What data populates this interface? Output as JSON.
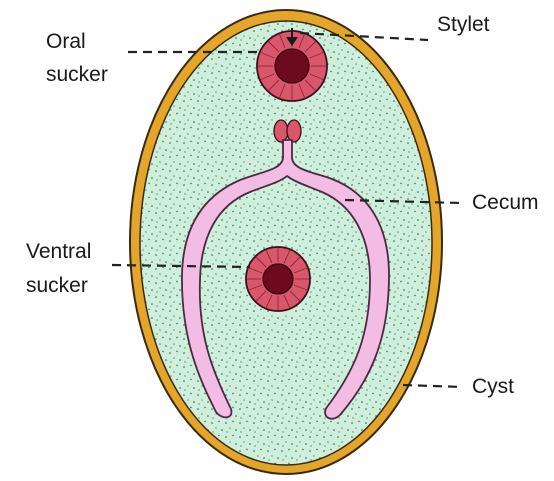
{
  "labels": {
    "oral_sucker_line1": "Oral",
    "oral_sucker_line2": "sucker",
    "stylet": "Stylet",
    "cecum": "Cecum",
    "ventral_sucker_line1": "Ventral",
    "ventral_sucker_line2": "sucker",
    "cyst": "Cyst"
  },
  "colors": {
    "cyst_wall": "#E3A52A",
    "cyst_wall_outline": "#3a2a10",
    "body_fill": "#CDEFDC",
    "body_dots": "#2d5a45",
    "cecum_fill": "#F3BCE4",
    "cecum_outline": "#4a2a40",
    "sucker_outer": "#D9576D",
    "sucker_inner": "#6E0A1E",
    "leader_line": "#222222",
    "label_text": "#1a1a1a"
  }
}
